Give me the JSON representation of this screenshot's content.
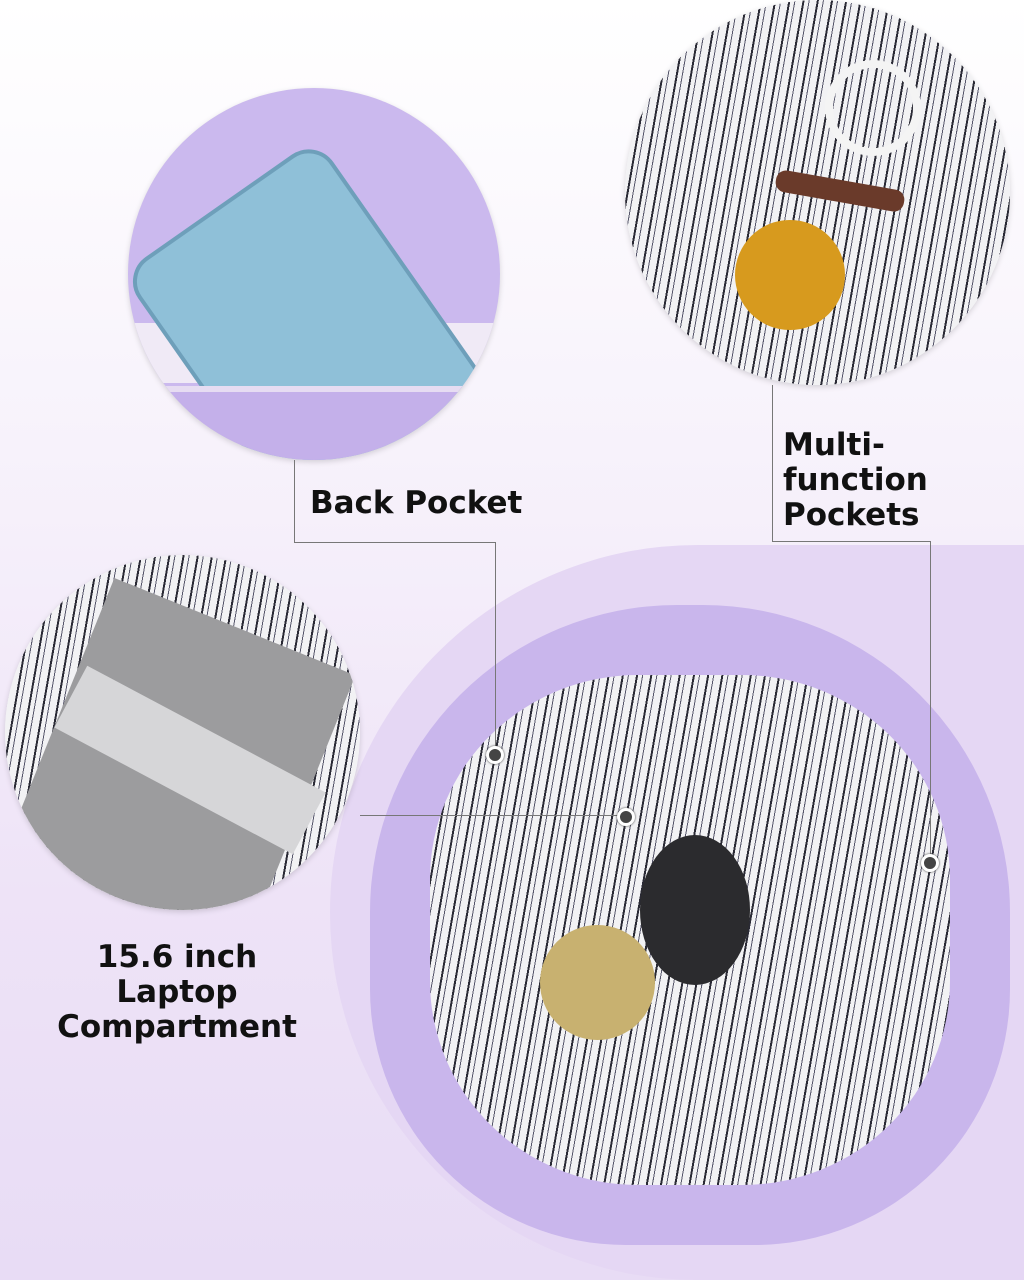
{
  "labels": {
    "back_pocket": "Back Pocket",
    "multi_function_line1": "Multi-function",
    "multi_function_line2": "Pockets",
    "laptop_line1": "15.6 inch Laptop",
    "laptop_line2": "Compartment"
  },
  "colors": {
    "bag": "#c9b6ec",
    "phone": "#8fc0d8",
    "accent_line": "#777777"
  }
}
